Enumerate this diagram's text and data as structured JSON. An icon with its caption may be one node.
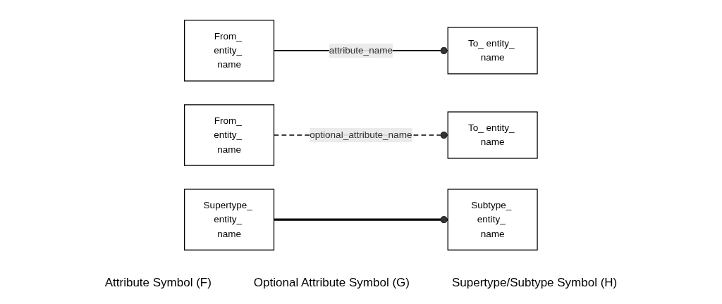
{
  "diagram": {
    "nodes": [
      {
        "text": [
          "From_ entity_ name"
        ]
      },
      {
        "text": [
          "To_ entity_ name"
        ]
      },
      {
        "text": [
          "From_ entity_ name"
        ]
      },
      {
        "text": [
          "To_ entity_ name"
        ]
      },
      {
        "text": [
          "Supertype_ entity_ name"
        ]
      },
      {
        "text": [
          "Subtype_ entity_ name"
        ]
      }
    ],
    "edges": [
      {
        "from": 0,
        "to": 1,
        "arrow": "other",
        "label": "attribute_name"
      },
      {
        "from": 2,
        "to": 3,
        "arrow": "other",
        "label": "optional_attribute_name",
        "style": "dashed"
      },
      {
        "from": 4,
        "to": 5,
        "arrow": "other",
        "style": "thick"
      }
    ],
    "labels": [
      "Attribute Symbol (F)",
      "Optional Attribute Symbol (G)",
      "Supertype/Subtype Symbol (H)"
    ]
  }
}
